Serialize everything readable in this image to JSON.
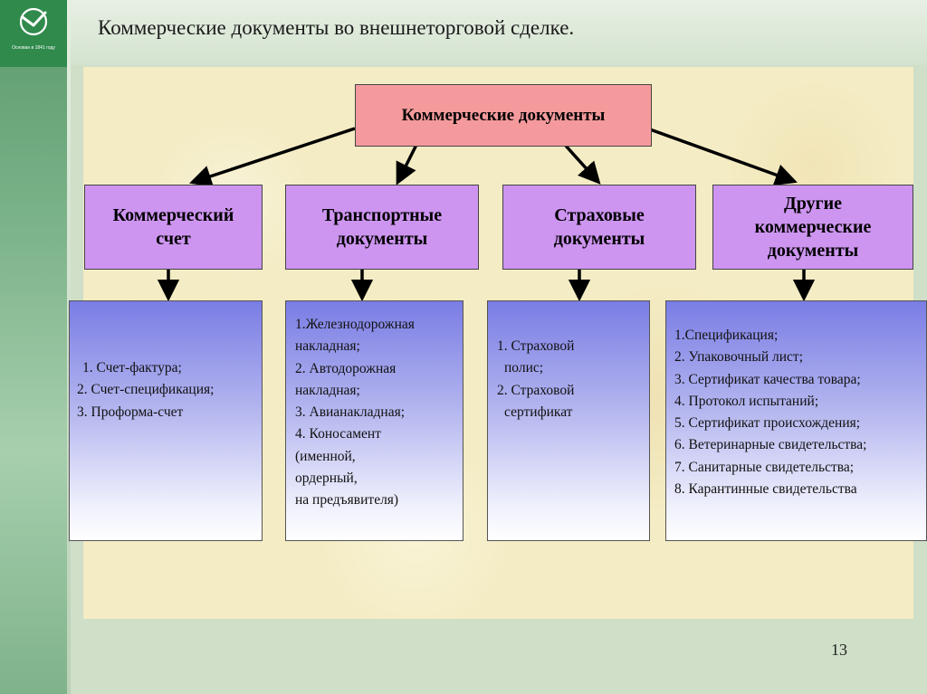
{
  "header": {
    "logo_caption": "Основан в 1841 году",
    "title": "Коммерческие документы во внешнеторговой сделке."
  },
  "diagram": {
    "root": "Коммерческие документы",
    "categories": [
      {
        "label_lines": [
          "Коммерческий",
          "счет"
        ]
      },
      {
        "label_lines": [
          "Транспортные",
          "документы"
        ]
      },
      {
        "label_lines": [
          "Страховые",
          "документы"
        ]
      },
      {
        "label_lines": [
          "Другие",
          "коммерческие",
          "документы"
        ]
      }
    ],
    "lists": [
      [
        "1. Счет-фактура;",
        "2. Счет-спецификация;",
        "3. Проформа-счет"
      ],
      [
        "1.Железнодорожная",
        "накладная;",
        "2. Автодорожная",
        "накладная;",
        "3. Авианакладная;",
        "4. Коносамент",
        "(именной,",
        "ордерный,",
        "на предъявителя)"
      ],
      [
        "1. Страховой",
        "полис;",
        "2. Страховой",
        "сертификат"
      ],
      [
        "1.Спецификация;",
        "2. Упаковочный лист;",
        "3. Сертификат качества товара;",
        "4. Протокол испытаний;",
        "5. Сертификат происхождения;",
        "6. Ветеринарные свидетельства;",
        "7. Санитарные свидетельства;",
        "8. Карантинные свидетельства"
      ]
    ]
  },
  "footer": {
    "page_number": "13"
  },
  "colors": {
    "root_box": "#f59a9c",
    "category_box": "#cd95f0",
    "list_gradient_top": "#7a7de4",
    "logo_green": "#2f8a4c"
  }
}
